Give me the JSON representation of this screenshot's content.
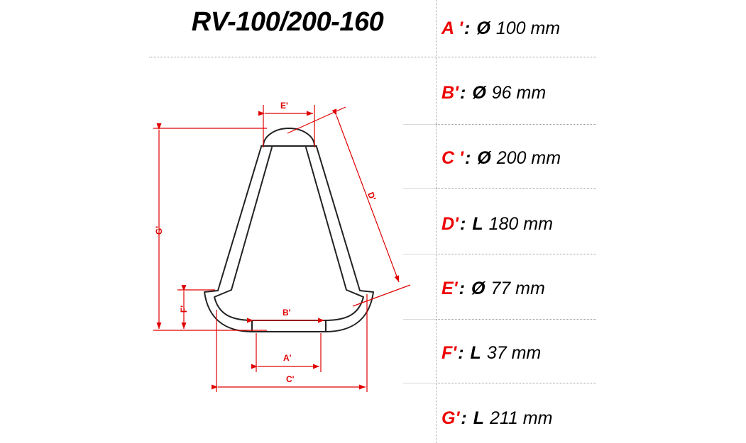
{
  "title": "RV-100/200-160",
  "colors": {
    "dimension_red": "#e00000",
    "label_red": "#ee0000",
    "outline_black": "#222222",
    "separator_grey": "#9a9a9a"
  },
  "specs": [
    {
      "key": "A '",
      "colon": ":",
      "symbol": "Ø",
      "value": "100 mm"
    },
    {
      "key": "B'",
      "colon": ":",
      "symbol": "Ø",
      "value": "96 mm"
    },
    {
      "key": "C '",
      "colon": ":",
      "symbol": "Ø",
      "value": "200 mm"
    },
    {
      "key": "D'",
      "colon": ":",
      "symbol": "L",
      "value": "180 mm"
    },
    {
      "key": "E'",
      "colon": ":",
      "symbol": "Ø",
      "value": "77 mm"
    },
    {
      "key": "F'",
      "colon": ":",
      "symbol": "L",
      "value": "37 mm"
    },
    {
      "key": "G'",
      "colon": ":",
      "symbol": "L",
      "value": "211  mm"
    }
  ],
  "drawing": {
    "dimension_labels": {
      "a": "A'",
      "b": "B'",
      "c": "C'",
      "d": "D'",
      "e": "E'",
      "f": "F'",
      "g": "G'"
    }
  }
}
